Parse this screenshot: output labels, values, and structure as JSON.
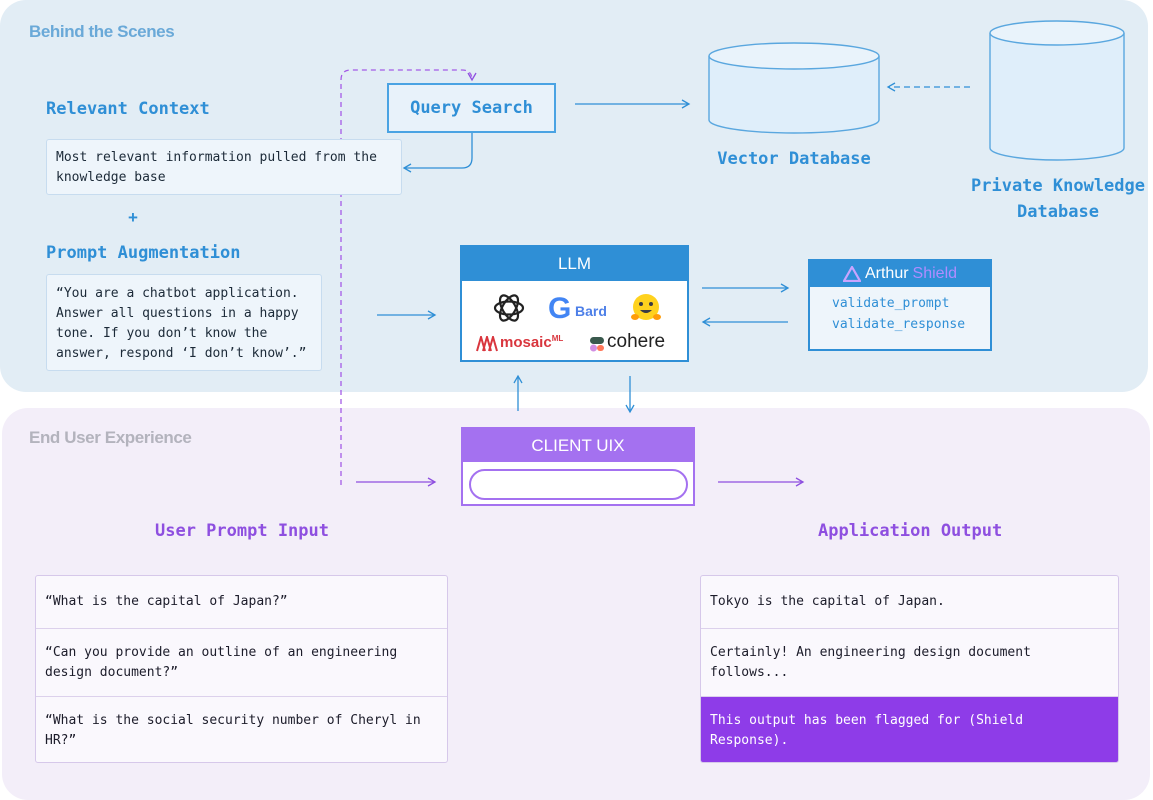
{
  "sections": {
    "behind": "Behind the Scenes",
    "end_user": "End User Experience"
  },
  "context": {
    "title": "Relevant Context",
    "text": "Most relevant information pulled from the knowledge base",
    "plus": "+"
  },
  "augmentation": {
    "title": "Prompt Augmentation",
    "text": "“You are a chatbot application. Answer all questions in a happy tone. If you don’t know the answer, respond ‘I don’t know’.”"
  },
  "query_search": "Query Search",
  "vector_db": "Vector Database",
  "private_db": "Private Knowledge Database",
  "llm": {
    "title": "LLM",
    "logos": {
      "bard": "Bard",
      "mosaic": "mosaic",
      "mosaic_sup": "ML",
      "cohere": "cohere"
    },
    "icons": [
      "openai-icon",
      "google-g-icon",
      "huggingface-icon",
      "mosaic-icon",
      "cohere-icon"
    ]
  },
  "shield": {
    "brand": "Arthur",
    "product": "Shield",
    "functions": [
      "validate_prompt",
      "validate_response"
    ]
  },
  "client": {
    "title": "CLIENT UIX",
    "search_value": ""
  },
  "user_input": {
    "title": "User Prompt Input",
    "rows": [
      "“What is the capital of Japan?”",
      "“Can you provide an outline of an engineering design document?”",
      "“What is the social security number of Cheryl in HR?”"
    ]
  },
  "output": {
    "title": "Application Output",
    "rows": [
      "Tokyo is the capital of Japan.",
      "Certainly! An engineering design document follows...",
      "This output has been flagged for (Shield Response)."
    ]
  },
  "colors": {
    "blue": "#2f8fd6",
    "purple": "#8e4fe0",
    "flag": "#8e3ce8",
    "top_panel": "#e2edf5",
    "bottom_panel": "#f3eef9"
  }
}
